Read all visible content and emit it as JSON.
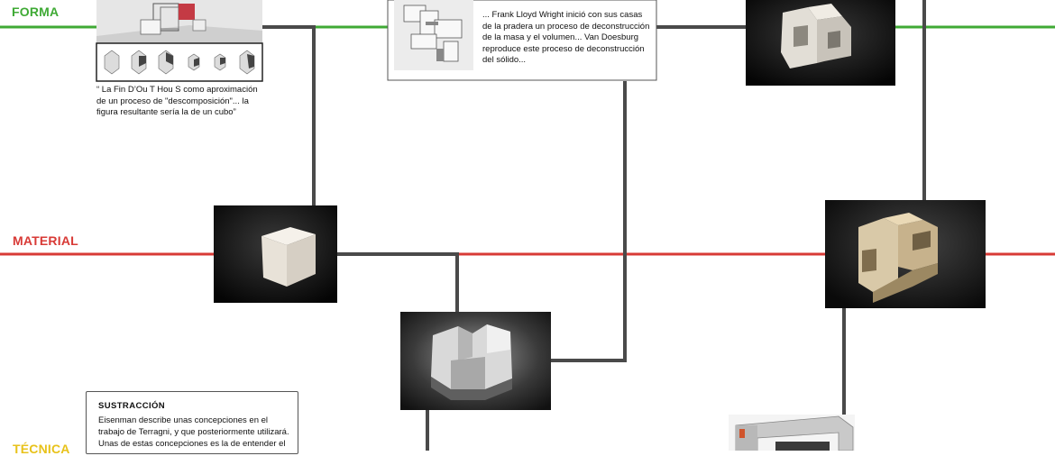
{
  "lanes": [
    {
      "label": "FORMA",
      "color": "#3faa35"
    },
    {
      "label": "MATERIAL",
      "color": "#d83a36"
    },
    {
      "label": "TÉCNICA",
      "color": "#e8c21a"
    }
  ],
  "connector_color": "#4a4a4a",
  "captions": {
    "fin_ou_t_hou_s": "“ La Fin D’Ou T Hou S como aproximación de un proceso de \"descomposición\"... la figura resultante sería la de un cubo”",
    "wright_doesburg": "... Frank Lloyd Wright inició con sus casas de la pradera un proceso de deconstrucción de la masa y el volumen... Van Doesburg reproduce este proceso de deconstrucción del sólido..."
  },
  "note": {
    "title": "SUSTRACCIÓN",
    "text": "Eisenman describe unas concepciones en el trabajo de Terragni, y que posteriormente utilizará. Unas de estas concepciones es la de entender el"
  }
}
